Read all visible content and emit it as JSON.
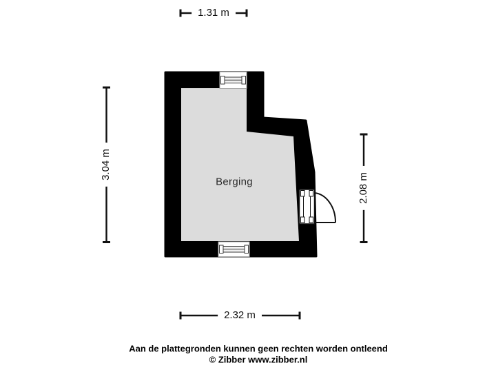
{
  "colors": {
    "background": "#ffffff",
    "wall": "#000000",
    "floor": "#dcdcdc",
    "line": "#111111",
    "window_frame_border": "#a8a8a8",
    "window_glass": "#f0f0f0",
    "label_bg": "#ffffff",
    "label_text": "#111111"
  },
  "floorplan": {
    "room": {
      "label": "Berging"
    },
    "dimensions": {
      "top": "1.31 m",
      "left": "3.04 m",
      "right": "2.08 m",
      "bottom": "2.32 m"
    }
  },
  "footer": {
    "disclaimer": "Aan de plattegronden kunnen geen rechten worden ontleend",
    "copyright": "© Zibber www.zibber.nl"
  }
}
